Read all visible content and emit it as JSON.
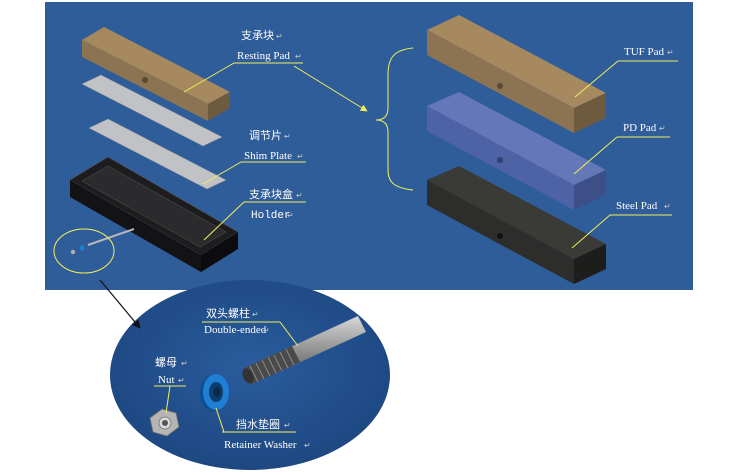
{
  "colors": {
    "panel_blue": "#2f5d99",
    "lens_blue": "#214f8c",
    "leader_yellow": "#f2ef5a",
    "tuf_pad": "#8c7452",
    "pd_pad": "#4e63a6",
    "steel_pad": "#2d2d2b",
    "shim_plate": "#c0c2c5"
  },
  "parts": {
    "resting_pad": {
      "cn": "支承块",
      "en": "Resting Pad"
    },
    "shim_plate": {
      "cn": "调节片",
      "en": "Shim Plate"
    },
    "holder": {
      "cn": "支承块盒",
      "en": "Holder"
    },
    "double_ended": {
      "cn": "双头螺柱",
      "en": "Double-ended"
    },
    "nut": {
      "cn": "螺母",
      "en": "Nut"
    },
    "retainer_washer": {
      "cn": "挡水垫圈",
      "en": "Retainer Washer"
    }
  },
  "pad_types": {
    "tuf": "TUF Pad",
    "pd": "PD Pad",
    "steel": "Steel Pad"
  },
  "return_mark": "↵"
}
